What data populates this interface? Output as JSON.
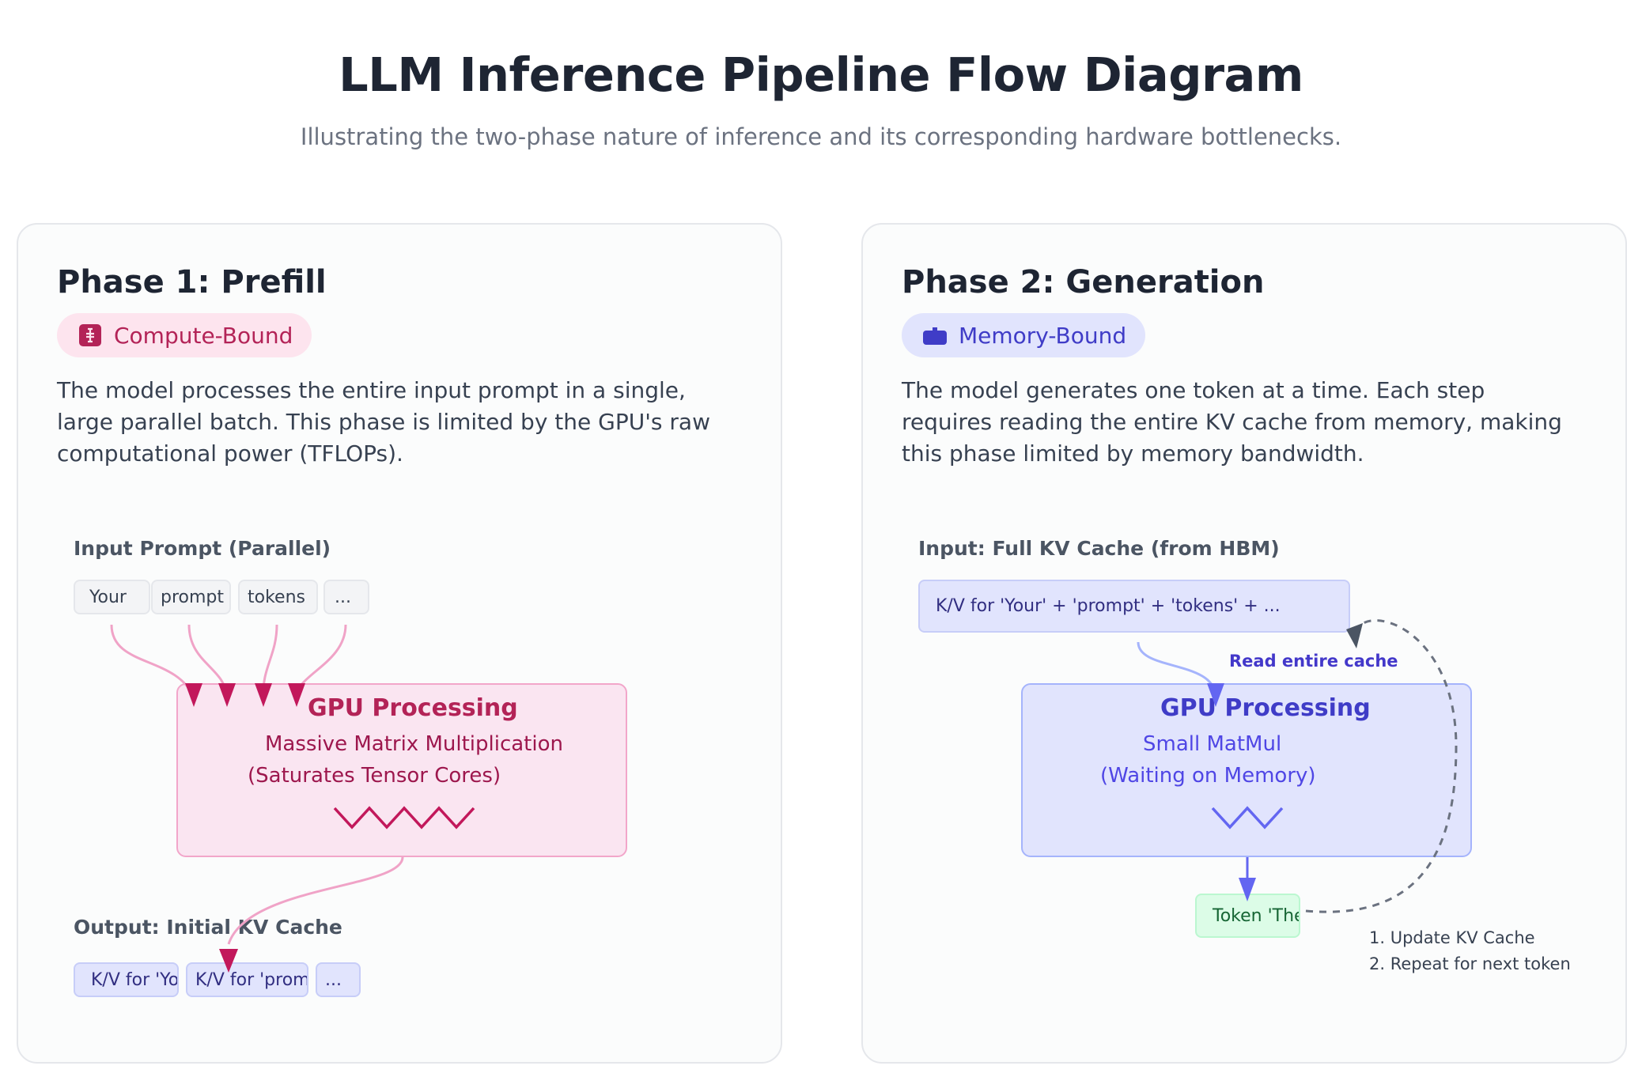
{
  "header": {
    "title": "LLM Inference Pipeline Flow Diagram",
    "subtitle": "Illustrating the two-phase nature of inference and its corresponding hardware bottlenecks."
  },
  "colors": {
    "compute_accent": "#c2185b",
    "memory_accent": "#4338ca",
    "compute_fill": "#fae5f1",
    "memory_fill": "#e1e4fd",
    "token_fill": "#dcfce7"
  },
  "prefill": {
    "title": "Phase 1: Prefill",
    "badge": "Compute-Bound",
    "badge_icon": "chip-icon",
    "description": "The model processes the entire input prompt in a single, large parallel batch. This phase is limited by the GPU's raw computational power (TFLOPs).",
    "input_label": "Input Prompt (Parallel)",
    "tokens": [
      "Your",
      "prompt",
      "tokens",
      "..."
    ],
    "gpu": {
      "title": "GPU Processing",
      "line1": "Massive Matrix Multiplication",
      "line2": "(Saturates Tensor Cores)"
    },
    "output_label": "Output: Initial KV Cache",
    "kv_chips": [
      "K/V for 'Your'",
      "K/V for 'prompt'",
      "..."
    ]
  },
  "generation": {
    "title": "Phase 2: Generation",
    "badge": "Memory-Bound",
    "badge_icon": "memory-icon",
    "description": "The model generates one token at a time. Each step requires reading the entire KV cache from memory, making this phase limited by memory bandwidth.",
    "input_label": "Input: Full KV Cache (from HBM)",
    "kv_cache": "K/V for 'Your' + 'prompt' + 'tokens' + ...",
    "read_label": "Read entire cache",
    "gpu": {
      "title": "GPU Processing",
      "line1": "Small MatMul",
      "line2": "(Waiting on Memory)"
    },
    "token": "Token 'The'",
    "steps": [
      "1. Update KV Cache",
      "2. Repeat for next token"
    ]
  }
}
